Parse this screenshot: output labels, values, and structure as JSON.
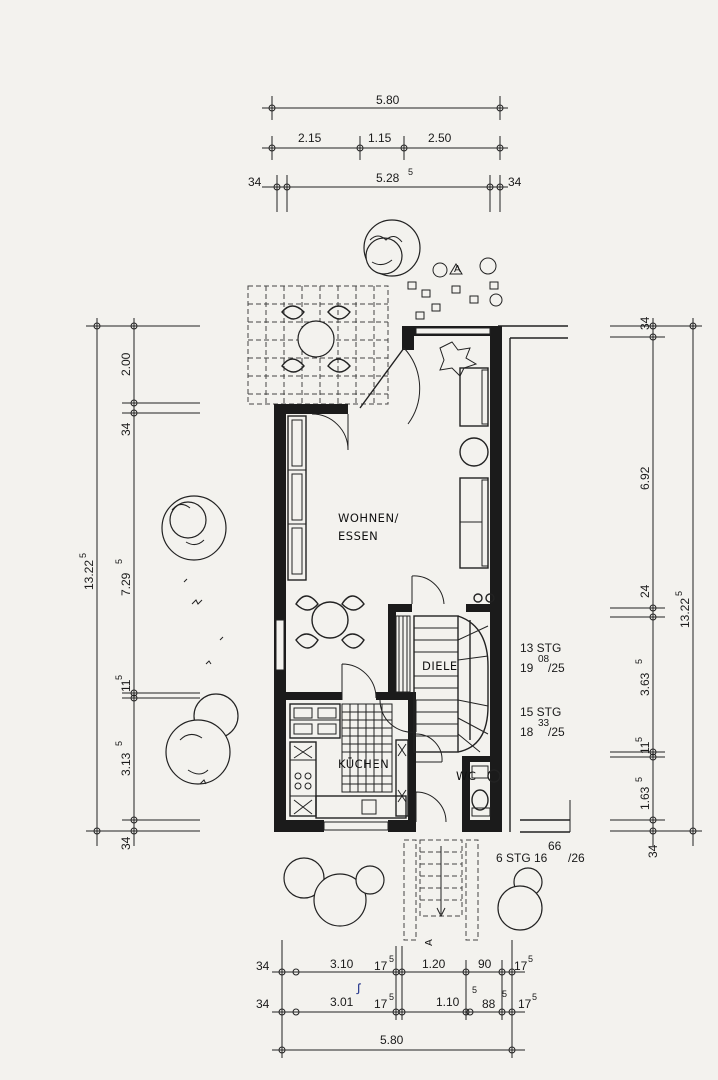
{
  "dims": {
    "top_overall": "5.80",
    "top_seg_1": "2.15",
    "top_seg_2": "1.15",
    "top_seg_3": "2.50",
    "top_inner": "5.28",
    "top_inner_sup": "5",
    "top_left_wall": "34",
    "top_right_wall": "34",
    "left_total": "13.22",
    "left_total_sup": "5",
    "left_garden": "2.00",
    "left_wall_1": "34",
    "left_living": "7.29",
    "left_living_sup": "5",
    "left_mid": "11",
    "left_mid_sup": "5",
    "left_kitchen": "3.13",
    "left_kitchen_sup": "5",
    "left_wall_2": "34",
    "right_wall_top": "34",
    "right_living": "6.92",
    "right_total": "13.22",
    "right_total_sup": "5",
    "right_wall_mid": "24",
    "right_stair": "3.63",
    "right_stair_sup": "5",
    "right_mid": "11",
    "right_mid_sup": "5",
    "right_wc": "1.63",
    "right_wc_sup": "5",
    "right_wall_bottom": "34",
    "right_66": "66",
    "bottom1_wall": "34",
    "bottom1_a": "3.10",
    "bottom1_b": "17",
    "bottom1_b_sup": "5",
    "bottom1_c": "1.20",
    "bottom1_d": "90",
    "bottom1_e": "17",
    "bottom1_e_sup": "5",
    "bottom2_wall": "34",
    "bottom2_a": "3.01",
    "bottom2_b": "17",
    "bottom2_b_sup": "5",
    "bottom2_c": "1.10",
    "bottom2_c_sup": "5",
    "bottom2_d": "88",
    "bottom2_d_sup": "5",
    "bottom2_e": "17",
    "bottom2_e_sup": "5",
    "bottom_overall": "5.80",
    "handwritten_mark": "ꭍ"
  },
  "rooms": {
    "living_line1": "WOHNEN/",
    "living_line2": "ESSEN",
    "hall": "DIELE",
    "kitchen": "KÜCHEN",
    "wc": "WC"
  },
  "stairs": {
    "main_up_steps": "13  STG",
    "main_up_ratio_a": "19",
    "main_up_ratio_sup": "08",
    "main_up_ratio_b": "/25",
    "main_down_steps": "15  STG",
    "main_down_ratio_a": "18",
    "main_down_ratio_sup": "33",
    "main_down_ratio_b": "/25",
    "entry_steps": "6  STG  16",
    "entry_ratio": "/26",
    "entry_marker": "A"
  },
  "notes": {
    "top_marker": "A"
  }
}
